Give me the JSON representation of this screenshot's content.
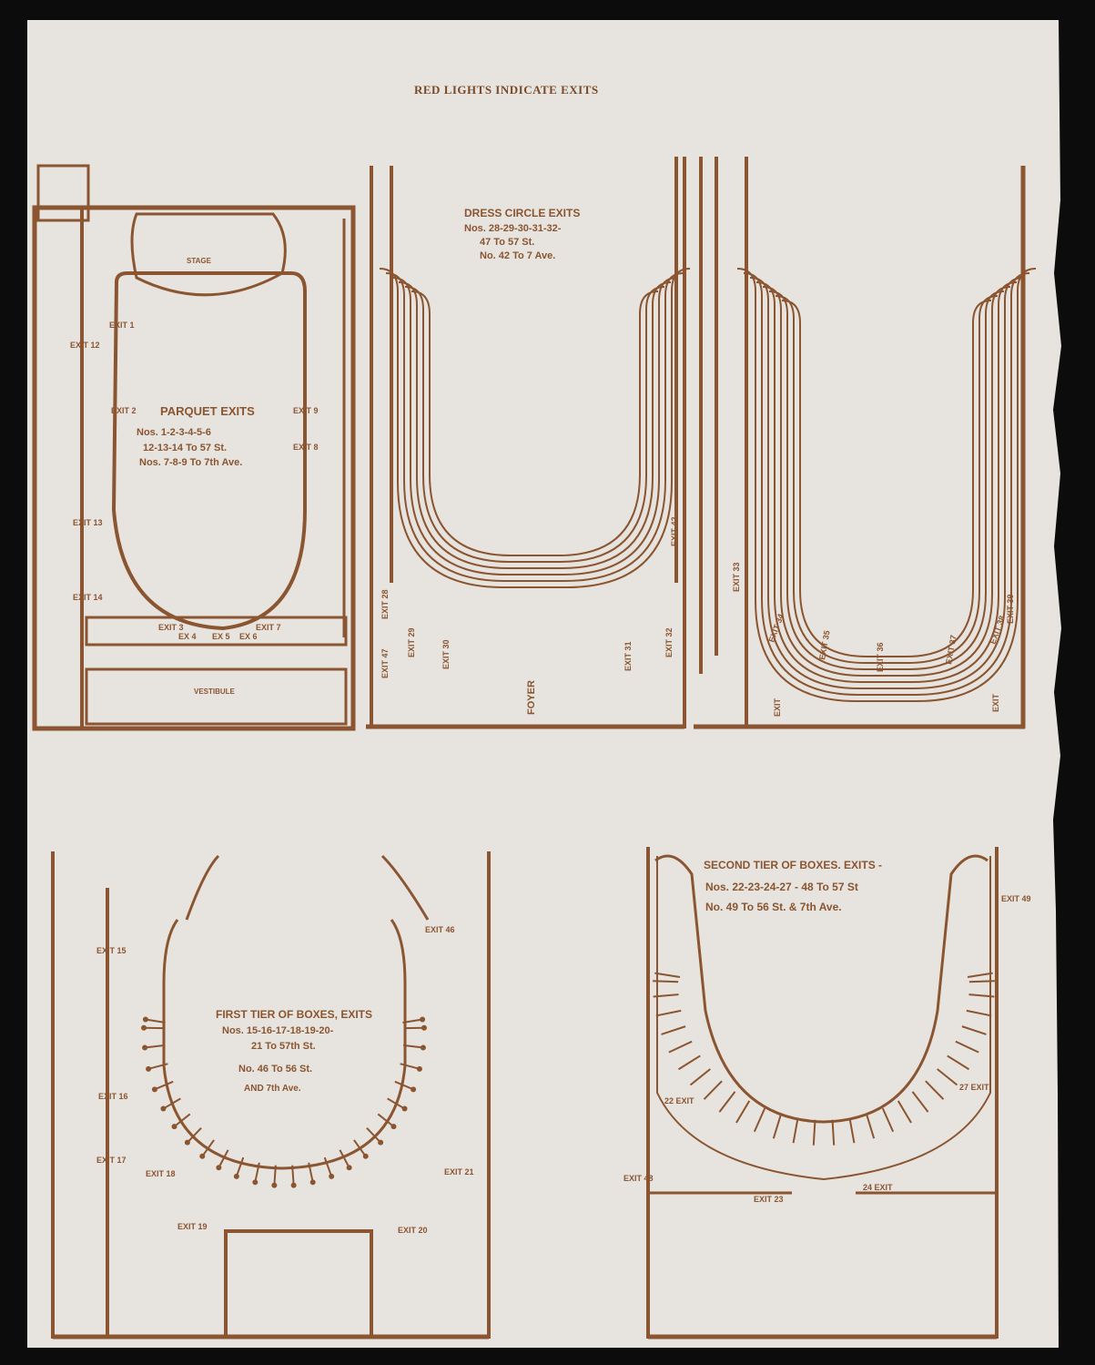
{
  "header": {
    "title": "RED LIGHTS INDICATE EXITS"
  },
  "colors": {
    "ink": "#8a5530",
    "paper": "#e7e4df",
    "background": "#0c0c0c"
  },
  "parquet": {
    "title": "PARQUET EXITS",
    "lines": [
      "Nos. 1-2-3-4-5-6",
      "12-13-14 To 57 St.",
      "Nos. 7-8-9 To 7th Ave."
    ],
    "stage": "STAGE",
    "vestibule": "VESTIBULE"
  },
  "dress_circle": {
    "title": "DRESS CIRCLE EXITS",
    "lines": [
      "Nos. 28-29-30-31-32-",
      "47 To 57 St.",
      "No. 42 To 7 Ave."
    ],
    "foyer": "FOYER"
  },
  "first_tier": {
    "title": "FIRST TIER OF BOXES, EXITS",
    "lines": [
      "Nos. 15-16-17-18-19-20-",
      "21 To 57th St.",
      "No. 46 To 56 St.",
      "AND 7th Ave."
    ]
  },
  "second_tier": {
    "title": "SECOND TIER OF BOXES. EXITS -",
    "lines": [
      "Nos. 22-23-24-27 - 48 To 57 St",
      "No. 49 To 56 St. & 7th Ave."
    ]
  },
  "exits": [
    "EXIT 1",
    "EXIT 12",
    "EXIT 2",
    "EXIT 9",
    "EXIT 8",
    "EXIT 13",
    "EXIT 14",
    "EXIT 3",
    "EX 4",
    "EX 5",
    "EX 6",
    "EXIT 7",
    "EXIT 28",
    "EXIT 47",
    "EXIT 29",
    "EXIT 30",
    "EXIT 31",
    "EXIT 32",
    "EXIT 42",
    "EXIT 33",
    "EXIT 34",
    "EXIT 35",
    "EXIT 36",
    "EXIT 37",
    "EXIT 38",
    "EXIT 39",
    "EXIT",
    "EXIT",
    "EXIT 15",
    "EXIT 16",
    "EXIT 17",
    "EXIT 18",
    "EXIT 19",
    "EXIT 20",
    "EXIT 21",
    "EXIT 46",
    "EXIT 49",
    "22 EXIT",
    "27 EXIT",
    "EXIT 48",
    "EXIT 23",
    "24 EXIT"
  ]
}
